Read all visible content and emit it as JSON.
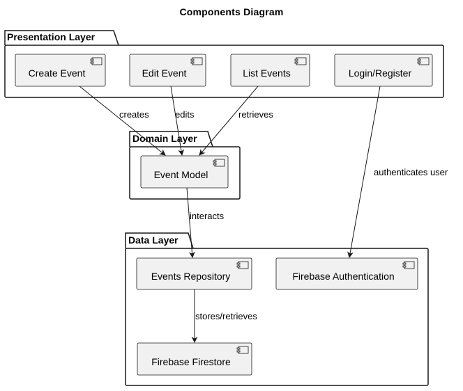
{
  "title": "Components Diagram",
  "packages": {
    "presentation": "Presentation Layer",
    "domain": "Domain Layer",
    "data": "Data Layer"
  },
  "components": {
    "create_event": "Create Event",
    "edit_event": "Edit Event",
    "list_events": "List Events",
    "login_register": "Login/Register",
    "event_model": "Event Model",
    "events_repository": "Events Repository",
    "firebase_auth": "Firebase Authentication",
    "firebase_firestore": "Firebase Firestore"
  },
  "relations": {
    "creates": "creates",
    "edits": "edits",
    "retrieves": "retrieves",
    "authenticates": "authenticates user",
    "interacts": "interacts",
    "stores": "stores/retrieves"
  }
}
